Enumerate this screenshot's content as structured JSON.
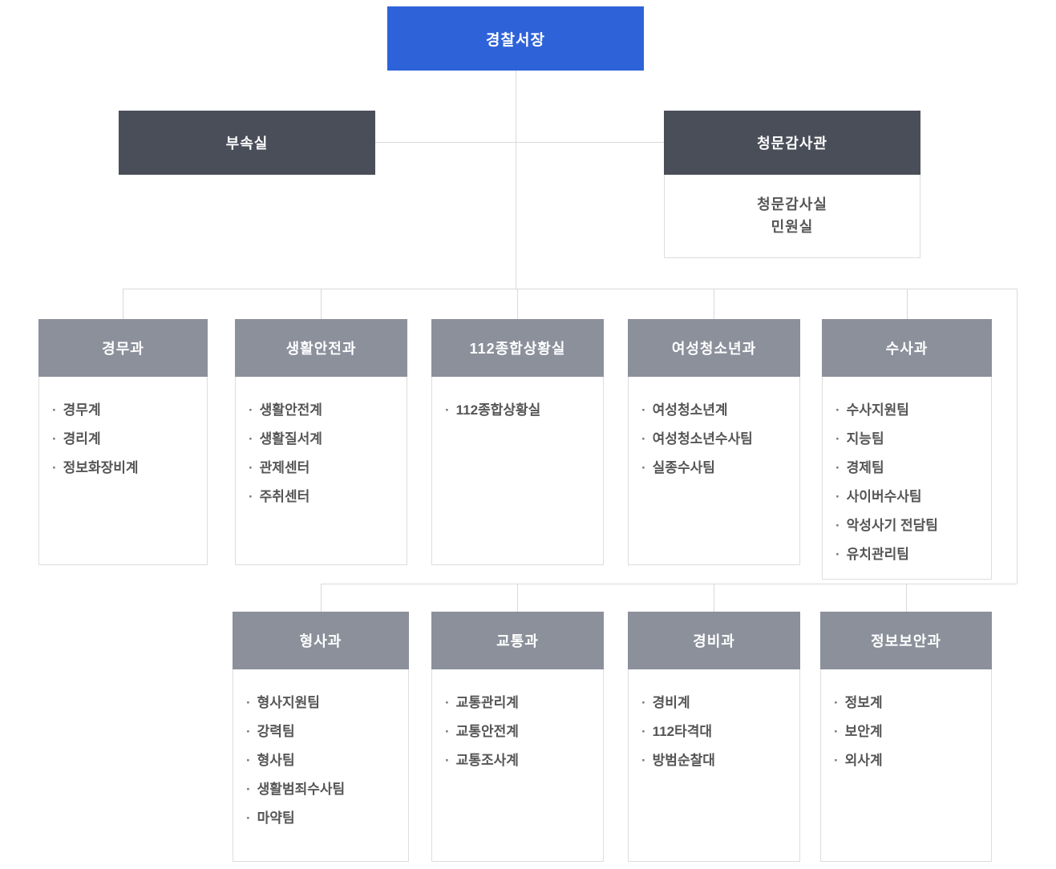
{
  "bullet": "·",
  "org": {
    "chief": {
      "label": "경찰서장"
    },
    "annex": {
      "label": "부속실"
    },
    "audit": {
      "label": "청문감사관",
      "items": [
        "청문감사실",
        "민원실"
      ]
    },
    "row1": [
      {
        "label": "경무과",
        "items": [
          "경무계",
          "경리계",
          "정보화장비계"
        ]
      },
      {
        "label": "생활안전과",
        "items": [
          "생활안전계",
          "생활질서계",
          "관제센터",
          "주취센터"
        ]
      },
      {
        "label": "112종합상황실",
        "items": [
          "112종합상황실"
        ]
      },
      {
        "label": "여성청소년과",
        "items": [
          "여성청소년계",
          "여성청소년수사팀",
          "실종수사팀"
        ]
      },
      {
        "label": "수사과",
        "items": [
          "수사지원팀",
          "지능팀",
          "경제팀",
          "사이버수사팀",
          "악성사기 전담팀",
          "유치관리팀"
        ]
      }
    ],
    "row2": [
      {
        "label": "형사과",
        "items": [
          "형사지원팀",
          "강력팀",
          "형사팀",
          "생활범죄수사팀",
          "마약팀"
        ]
      },
      {
        "label": "교통과",
        "items": [
          "교통관리계",
          "교통안전계",
          "교통조사계"
        ]
      },
      {
        "label": "경비과",
        "items": [
          "경비계",
          "112타격대",
          "방범순찰대"
        ]
      },
      {
        "label": "정보보안과",
        "items": [
          "정보계",
          "보안계",
          "외사계"
        ]
      }
    ]
  },
  "colors": {
    "chief_bg": "#2d62d9",
    "staff_bg": "#4a4e59",
    "dept_bg": "#8b909b",
    "line": "#d9d9d9",
    "border": "#dddddd",
    "item_text": "#555555"
  }
}
